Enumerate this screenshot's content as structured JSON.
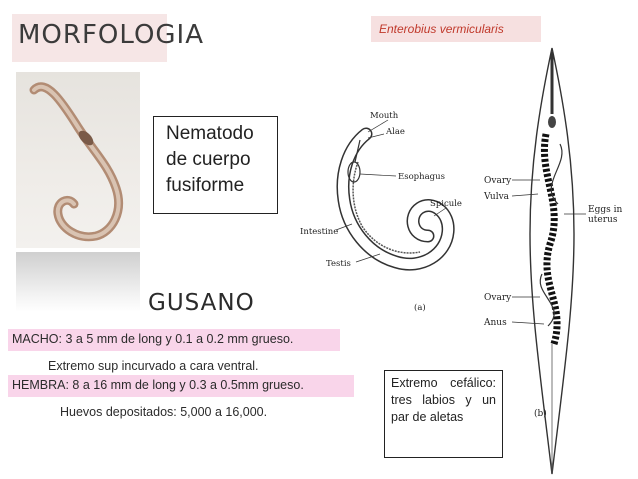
{
  "title": "MORFOLOGIA",
  "species": "Enterobius vermicularis",
  "description_lines": [
    "Nematodo",
    "de cuerpo",
    "fusiforme"
  ],
  "subtitle": "GUSANO",
  "macho": {
    "text": "MACHO: 3 a 5 mm de long y 0.1 a 0.2 mm grueso.",
    "detail": "Extremo sup incurvado a cara ventral."
  },
  "hembra": {
    "text": "HEMBRA: 8 a 16 mm de long y 0.3 a 0.5mm grueso.",
    "detail": "Huevos depositados: 5,000 a 16,000."
  },
  "cephalic_note": "Extremo cefálico: tres labios y un par de aletas",
  "diagram_male": {
    "labels": {
      "mouth": "Mouth",
      "alae": "Alae",
      "esophagus": "Esophagus",
      "intestine": "Intestine",
      "spicule": "Spicule",
      "testis": "Testis",
      "panel": "(a)"
    }
  },
  "diagram_female": {
    "labels": {
      "ovary_top": "Ovary",
      "vulva": "Vulva",
      "eggs_line1": "Eggs in",
      "eggs_line2": "uterus",
      "ovary_bottom": "Ovary",
      "anus": "Anus",
      "panel": "(b)"
    }
  },
  "colors": {
    "title_bg": "#f6e6e6",
    "species_bg": "#f6e0e0",
    "species_text": "#c0392b",
    "highlight_bg": "#f9d5ea"
  }
}
